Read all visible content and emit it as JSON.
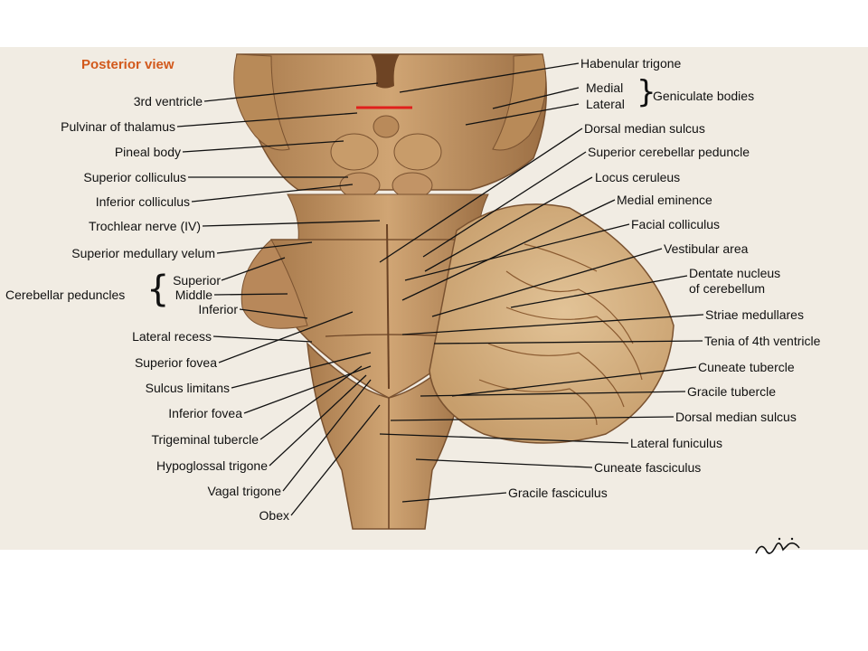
{
  "figure": {
    "title": "Posterior view",
    "left_labels": {
      "third_ventricle": "3rd ventricle",
      "pulvinar": "Pulvinar of thalamus",
      "pineal": "Pineal body",
      "sup_colliculus": "Superior colliculus",
      "inf_colliculus": "Inferior colliculus",
      "trochlear": "Trochlear nerve (IV)",
      "sup_medullary_velum": "Superior medullary velum",
      "peduncle_superior": "Superior",
      "peduncle_middle": "Middle",
      "peduncle_inferior": "Inferior",
      "cerebellar_peduncles": "Cerebellar peduncles",
      "lateral_recess": "Lateral recess",
      "superior_fovea": "Superior fovea",
      "sulcus_limitans": "Sulcus limitans",
      "inferior_fovea": "Inferior fovea",
      "trigeminal_tubercle": "Trigeminal tubercle",
      "hypoglossal_trigone": "Hypoglossal trigone",
      "vagal_trigone": "Vagal trigone",
      "obex": "Obex"
    },
    "right_labels": {
      "habenular_trigone": "Habenular trigone",
      "medial": "Medial",
      "lateral": "Lateral",
      "geniculate_bodies": "Geniculate bodies",
      "dorsal_median_sulcus_top": "Dorsal median sulcus",
      "sup_cerebellar_peduncle": "Superior cerebellar peduncle",
      "locus_ceruleus": "Locus ceruleus",
      "medial_eminence": "Medial eminence",
      "facial_colliculus": "Facial colliculus",
      "vestibular_area": "Vestibular area",
      "dentate_nucleus_1": "Dentate nucleus",
      "dentate_nucleus_2": "of cerebellum",
      "striae_medullares": "Striae medullares",
      "tenia": "Tenia of 4th ventricle",
      "cuneate_tubercle": "Cuneate tubercle",
      "gracile_tubercle": "Gracile tubercle",
      "dorsal_median_sulcus_bottom": "Dorsal median sulcus",
      "lateral_funiculus": "Lateral funiculus",
      "cuneate_fasciculus": "Cuneate fasciculus",
      "gracile_fasciculus": "Gracile fasciculus"
    },
    "colors": {
      "tissue": "#c49a68",
      "tissue_dark": "#8a6038",
      "cerebellum": "#d6b385",
      "title": "#d2591c",
      "marker": "#e0201c"
    }
  }
}
